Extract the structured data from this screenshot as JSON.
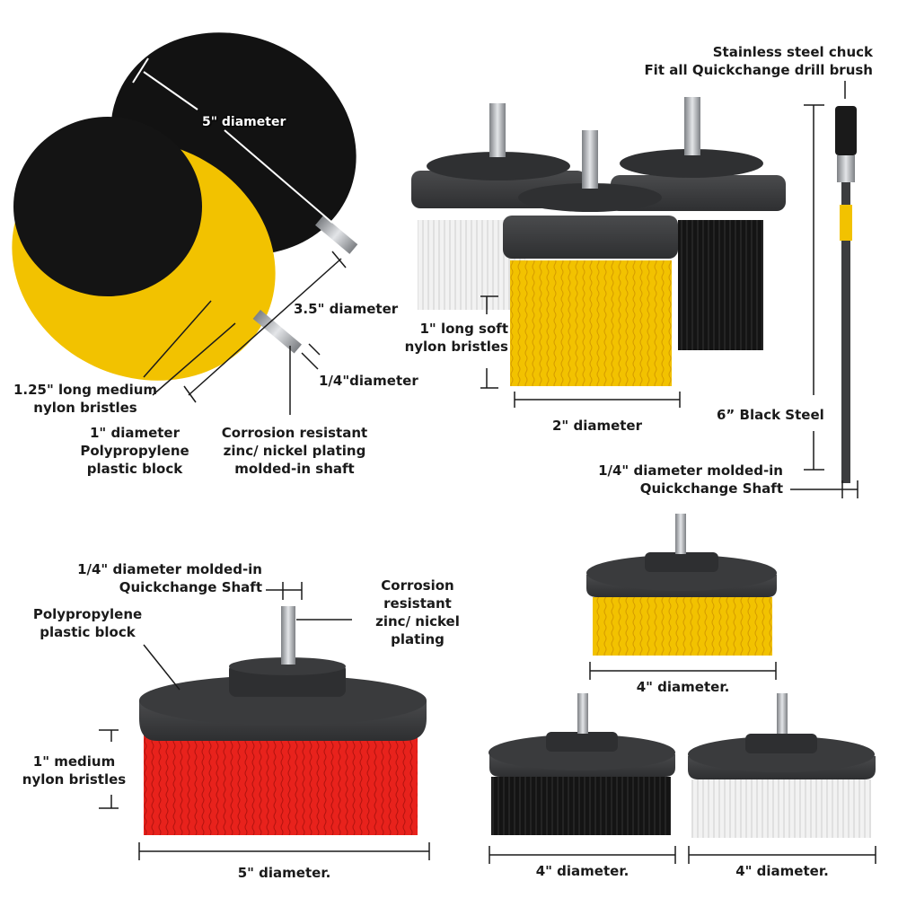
{
  "top_left": {
    "big_brush_label": "5\" diameter",
    "small_brush_label": "3.5\" diameter",
    "shaft_label": "1/4\"diameter",
    "bristle_label": [
      "1.25\" long medium",
      "nylon bristles"
    ],
    "block_label": [
      "1\" diameter",
      "Polypropylene",
      "plastic block"
    ],
    "plating_label": [
      "Corrosion resistant",
      "zinc/ nickel plating",
      "molded-in shaft"
    ]
  },
  "top_right": {
    "bristle_label": [
      "1\" long soft",
      "nylon bristles"
    ],
    "diameter_label": "2\" diameter",
    "chuck_label": [
      "Stainless steel chuck",
      "Fit all Quickchange drill brush"
    ],
    "extension_label": "6” Black Steel",
    "shaft_label": [
      "1/4\" diameter molded-in",
      "Quickchange Shaft"
    ]
  },
  "bottom_left": {
    "shaft_label": [
      "1/4\" diameter molded-in",
      "Quickchange Shaft"
    ],
    "block_label": [
      "Polypropylene",
      "plastic block"
    ],
    "plating_label": [
      "Corrosion",
      "resistant",
      "zinc/ nickel",
      "plating"
    ],
    "bristle_label": [
      "1\" medium",
      "nylon bristles"
    ],
    "diameter_label": "5\" diameter."
  },
  "bottom_right": {
    "yellow_diameter_label": "4\" diameter.",
    "black_diameter_label": "4\" diameter.",
    "white_diameter_label": "4\" diameter."
  },
  "colors": {
    "yellow": "#f2c200",
    "black": "#141414",
    "red": "#e8221c",
    "white_bristle": "#eeeeee",
    "block": "#3c3d3f",
    "steel": "#b9bcc0"
  }
}
